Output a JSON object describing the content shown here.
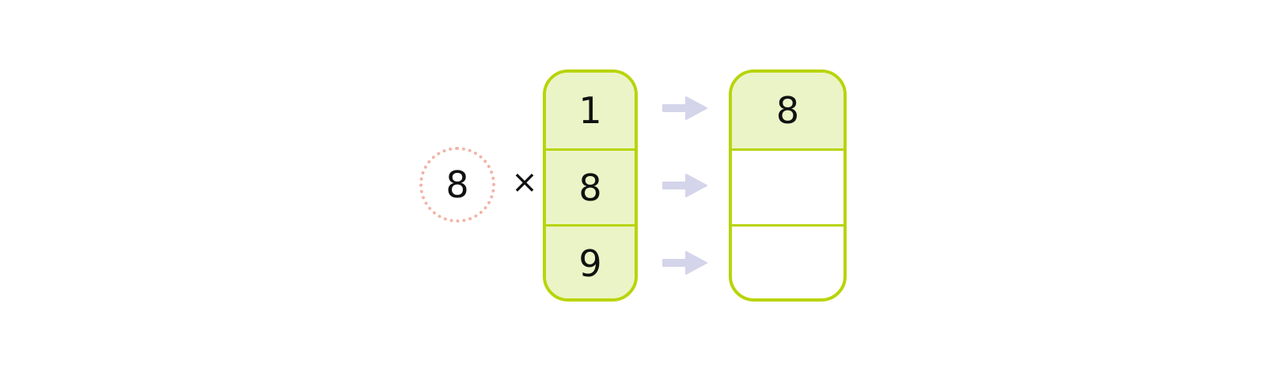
{
  "multiplier": "8",
  "operator": "×",
  "left_column": {
    "cells": [
      "1",
      "8",
      "9"
    ]
  },
  "right_column": {
    "cells": [
      "8",
      "",
      ""
    ]
  },
  "colors": {
    "column_border": "#b8d40a",
    "cell_fill": "#ebf4c6",
    "circle_border": "#f2b3a6",
    "arrow": "#d4d4ea"
  }
}
